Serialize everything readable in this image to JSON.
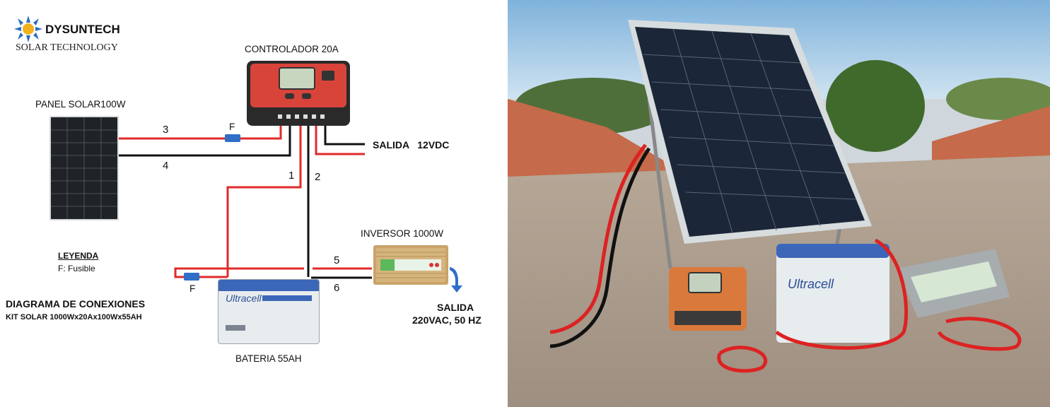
{
  "brand": {
    "name": "DYSUNTECH",
    "tagline": "SOLAR TECHNOLOGY"
  },
  "components": {
    "panel": "PANEL SOLAR100W",
    "controller": "CONTROLADOR 20A",
    "inverter": "INVERSOR 1000W",
    "battery": "BATERIA 55AH",
    "battery_brand": "Ultracell"
  },
  "wires": {
    "w1": "1",
    "w2": "2",
    "w3": "3",
    "w4": "4",
    "w5": "5",
    "w6": "6"
  },
  "fuse_marker": "F",
  "outputs": {
    "dc": "SALIDA   12VDC",
    "ac_title": "SALIDA",
    "ac_value": "220VAC, 50 HZ"
  },
  "legend": {
    "title": "LEYENDA",
    "item": "F: Fusible"
  },
  "diagram": {
    "title": "DIAGRAMA DE CONEXIONES",
    "subtitle": "KIT SOLAR 1000Wx20Ax100Wx55AH"
  },
  "colors": {
    "positive_wire": "#e02a2a",
    "negative_wire": "#111111",
    "controller": "#d8443a",
    "fuse": "#2f6fc8",
    "arrow": "#2f6fc8"
  }
}
